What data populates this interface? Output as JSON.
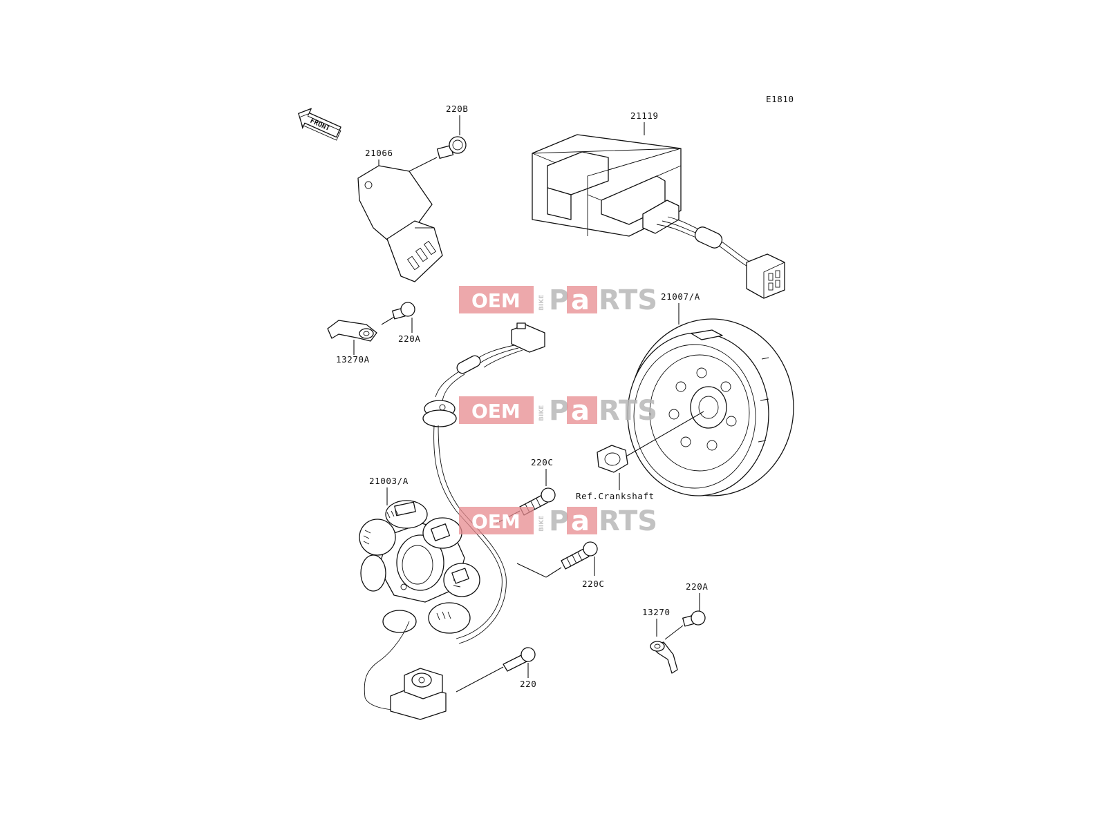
{
  "diagram": {
    "code": "E1810",
    "front_label": "FRONT",
    "labels": {
      "p220B": "220B",
      "p21066": "21066",
      "p21119": "21119",
      "p21007A": "21007/A",
      "p220A_top": "220A",
      "p13270A": "13270A",
      "p220C_top": "220C",
      "p21003A": "21003/A",
      "ref_crankshaft": "Ref.Crankshaft",
      "p220C_bottom": "220C",
      "p220A_bottom": "220A",
      "p13270": "13270",
      "p220": "220"
    }
  },
  "watermark": {
    "oem": "OEM",
    "bike": "BIKE",
    "p": "P",
    "a": "a",
    "rts": "RTS"
  },
  "colors": {
    "line": "#111111",
    "watermark_red": "#e78b8f",
    "watermark_grey": "#b8b8b8"
  }
}
